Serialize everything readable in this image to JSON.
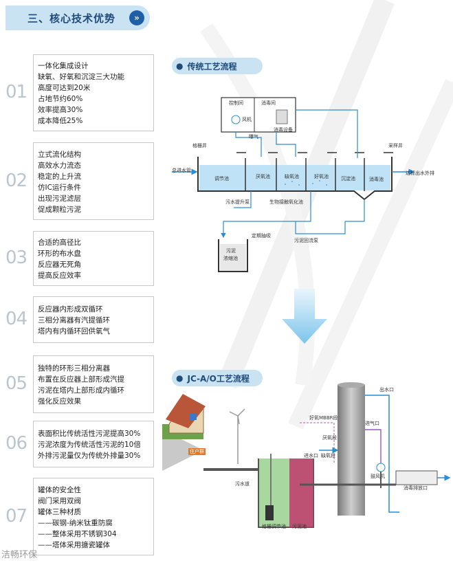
{
  "section": {
    "title": "三、核心技术优势",
    "arrow": "»"
  },
  "advantages": [
    {
      "num": "01",
      "lines": [
        "一体化集成设计",
        "缺氧、好氧和沉淀三大功能",
        "高度可达到20米",
        "占地节约60%",
        "效率提高30%",
        "成本降低25%"
      ]
    },
    {
      "num": "02",
      "lines": [
        "立式流化结构",
        "高效水力流态",
        "稳定的上升流",
        "仿IC运行条件",
        "出现污泥滤层",
        "促成颗粒污泥"
      ]
    },
    {
      "num": "03",
      "lines": [
        "合适的高径比",
        "环形的布水盘",
        "反应器无死角",
        "提高反应效率"
      ]
    },
    {
      "num": "04",
      "lines": [
        "反应器内形成双循环",
        "三相分离器有汽提循环",
        "塔内有内循环回供氧气"
      ]
    },
    {
      "num": "05",
      "lines": [
        "独特的环形三相分离器",
        "布置在反应器上部形成汽提",
        "污泥在塔内上部形成内循环",
        "强化反应效果"
      ]
    },
    {
      "num": "06",
      "lines": [
        "表面积比传统活性污泥提高30%",
        "污泥浓度为传统活性污泥的10倍",
        "外排污泥量仅为传统外排量30%"
      ]
    },
    {
      "num": "07",
      "lines": [
        "罐体的安全性",
        "阀门采用双阀",
        "罐体三种材质",
        "——碳钢-纳米钛重防腐",
        "——整体采用不锈钢304",
        "——塔体采用搪瓷罐体"
      ]
    }
  ],
  "traditional": {
    "title": "传统工艺流程",
    "labels": {
      "control_room": "控制间",
      "disinfect_room": "消毒间",
      "blower": "风机",
      "disinfect_device": "消毒设备",
      "aeration": "曝气",
      "screen_well": "格栅井",
      "sample_well": "采样井",
      "inlet": "总进水管",
      "regulating_tank": "调节池",
      "anoxic_tank": "厌氧池",
      "anoxic2_tank": "缺氧池",
      "aerobic_tank": "好氧池",
      "settling_tank": "沉淀池",
      "disinfect_tank": "消毒池",
      "discharge": "达标出水外排",
      "lift_pump": "污水提升泵",
      "bio_contact": "生物接触氧化池",
      "periodic_pump": "定期抽吸",
      "sludge_tank_1": "污泥",
      "sludge_tank_2": "浓缩池",
      "sludge_return": "污泥回流泵"
    }
  },
  "jcao": {
    "title": "JC-A/O工艺流程",
    "labels": {
      "outlet": "出水口",
      "mbbr": "好氧MBBR段",
      "anaerobic": "厌氧段",
      "inlet": "进水口",
      "anoxic": "缺氧段",
      "air_inlet": "进气口",
      "blower": "鼓风机",
      "sewer": "污水道",
      "screen_tank": "格栅调节池",
      "sludge_tank": "污泥池",
      "disinfect_outlet": "消毒排放口",
      "house": "住户群"
    }
  },
  "brand": "洁畅环保"
}
